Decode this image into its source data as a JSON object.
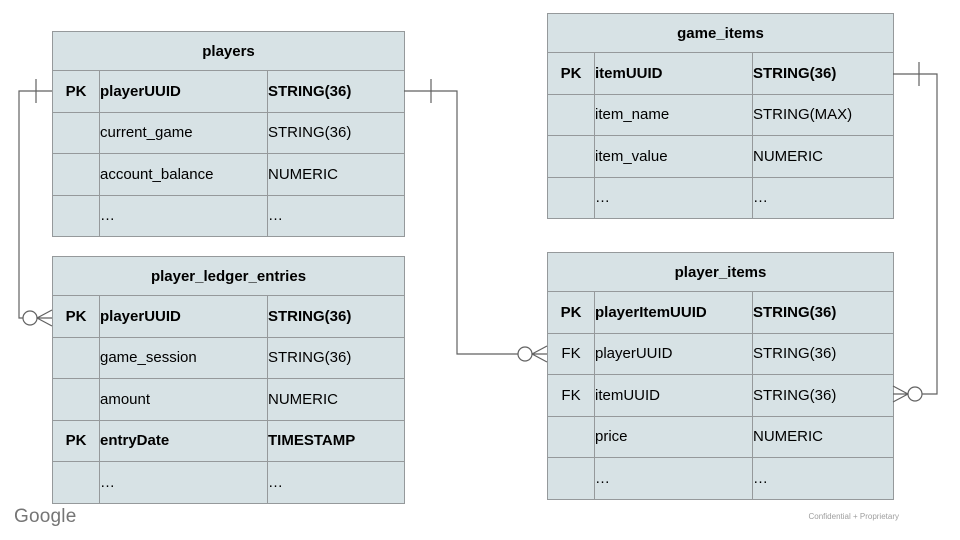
{
  "branding": {
    "logo_text": "Google",
    "footer_note": "Confidential + Proprietary"
  },
  "colors": {
    "table_fill": "#d7e2e5",
    "table_border": "#95999b",
    "connector_line": "#616161",
    "text": "#000000",
    "logo_gray": "#757575",
    "footer_gray": "#9e9e9e",
    "background": "#ffffff"
  },
  "tables": {
    "players": {
      "title": "players",
      "rows": [
        {
          "key": "PK",
          "name": "playerUUID",
          "type": "STRING(36)"
        },
        {
          "key": "",
          "name": "current_game",
          "type": "STRING(36)"
        },
        {
          "key": "",
          "name": "account_balance",
          "type": "NUMERIC"
        },
        {
          "key": "",
          "name": "…",
          "type": "…"
        }
      ]
    },
    "game_items": {
      "title": "game_items",
      "rows": [
        {
          "key": "PK",
          "name": "itemUUID",
          "type": "STRING(36)"
        },
        {
          "key": "",
          "name": "item_name",
          "type": "STRING(MAX)"
        },
        {
          "key": "",
          "name": "item_value",
          "type": "NUMERIC"
        },
        {
          "key": "",
          "name": "…",
          "type": "…"
        }
      ]
    },
    "player_ledger_entries": {
      "title": "player_ledger_entries",
      "rows": [
        {
          "key": "PK",
          "name": "playerUUID",
          "type": "STRING(36)"
        },
        {
          "key": "",
          "name": "game_session",
          "type": "STRING(36)"
        },
        {
          "key": "",
          "name": "amount",
          "type": "NUMERIC"
        },
        {
          "key": "PK",
          "name": "entryDate",
          "type": "TIMESTAMP"
        },
        {
          "key": "",
          "name": "…",
          "type": "…"
        }
      ]
    },
    "player_items": {
      "title": "player_items",
      "rows": [
        {
          "key": "PK",
          "name": "playerItemUUID",
          "type": "STRING(36)"
        },
        {
          "key": "FK",
          "name": "playerUUID",
          "type": "STRING(36)"
        },
        {
          "key": "FK",
          "name": "itemUUID",
          "type": "STRING(36)"
        },
        {
          "key": "",
          "name": "price",
          "type": "NUMERIC"
        },
        {
          "key": "",
          "name": "…",
          "type": "…"
        }
      ]
    }
  },
  "relationships": [
    {
      "from": "players.playerUUID",
      "to": "player_ledger_entries.playerUUID",
      "from_cardinality": "one",
      "to_cardinality": "zero-or-many"
    },
    {
      "from": "players.playerUUID",
      "to": "player_items.playerUUID",
      "from_cardinality": "one",
      "to_cardinality": "zero-or-many"
    },
    {
      "from": "game_items.itemUUID",
      "to": "player_items.itemUUID",
      "from_cardinality": "one",
      "to_cardinality": "zero-or-many"
    }
  ]
}
